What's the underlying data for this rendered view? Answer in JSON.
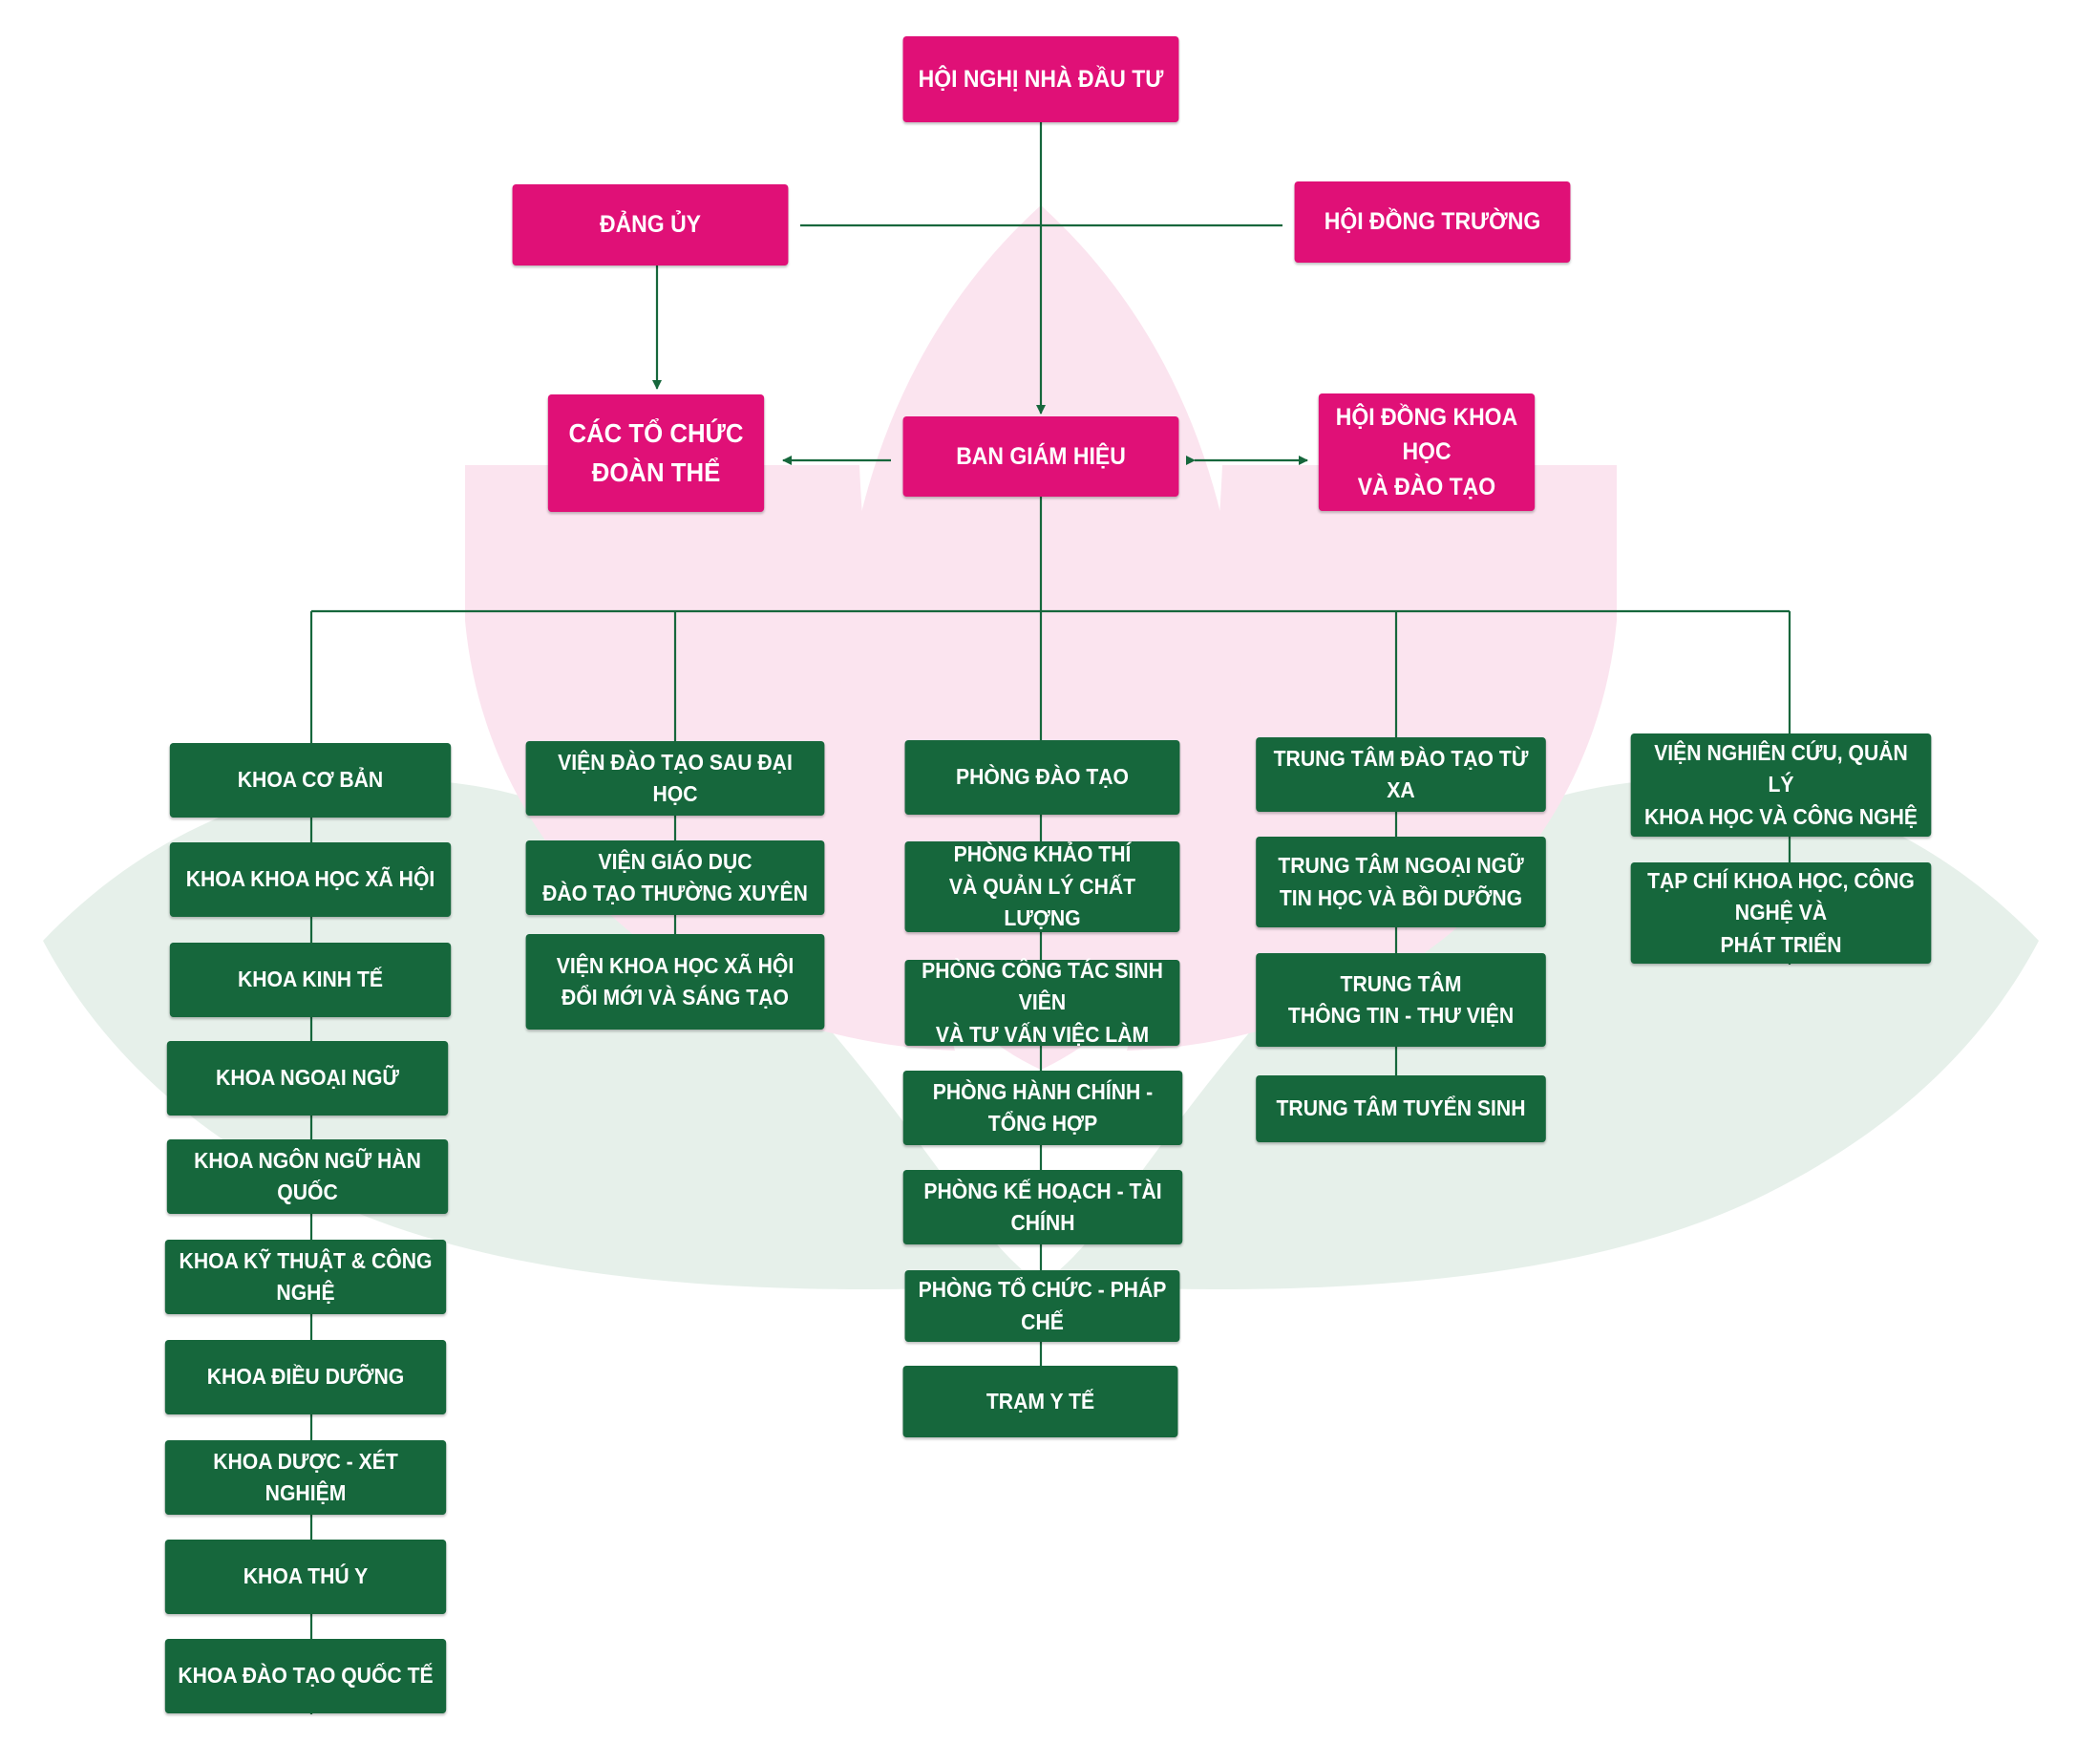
{
  "colors": {
    "top_level": "#E01077",
    "units": "#16673C",
    "connectors": "#16673C",
    "background_lotus_pink": "#FBE4EF",
    "background_lotus_green": "#E6F0EA"
  },
  "top": {
    "investors": "HỘI NGHỊ NHÀ ĐẦU TƯ",
    "party_committee": "ĐẢNG ỦY",
    "school_council": "HỘI ĐỒNG TRƯỜNG",
    "mass_organizations": "CÁC TỔ CHỨC\nĐOÀN THỂ",
    "board_of_rectors": "BAN GIÁM HIỆU",
    "science_council": "HỘI ĐỒNG KHOA HỌC\nVÀ ĐÀO TẠO"
  },
  "faculties": [
    "KHOA CƠ BẢN",
    "KHOA KHOA HỌC XÃ HỘI",
    "KHOA KINH TẾ",
    "KHOA NGOẠI NGỮ",
    "KHOA NGÔN NGỮ HÀN QUỐC",
    "KHOA KỸ THUẬT & CÔNG NGHỆ",
    "KHOA ĐIỀU DƯỠNG",
    "KHOA DƯỢC - XÉT NGHIỆM",
    "KHOA THÚ Y",
    "KHOA ĐÀO TẠO QUỐC TẾ"
  ],
  "institutes": [
    "VIỆN ĐÀO TẠO SAU ĐẠI HỌC",
    "VIỆN GIÁO DỤC\nĐÀO TẠO THƯỜNG XUYÊN",
    "VIỆN KHOA HỌC XÃ HỘI\nĐỔI MỚI VÀ SÁNG TẠO"
  ],
  "offices": [
    "PHÒNG ĐÀO TẠO",
    "PHÒNG KHẢO THÍ\nVÀ QUẢN LÝ CHẤT LƯỢNG",
    "PHÒNG CÔNG TÁC SINH VIÊN\nVÀ TƯ VẤN VIỆC LÀM",
    "PHÒNG HÀNH CHÍNH - TỔNG HỢP",
    "PHÒNG KẾ HOẠCH - TÀI CHÍNH",
    "PHÒNG TỔ CHỨC - PHÁP CHẾ",
    "TRẠM Y TẾ"
  ],
  "centers": [
    "TRUNG TÂM ĐÀO TẠO TỪ XA",
    "TRUNG TÂM NGOẠI NGỮ\nTIN HỌC VÀ BỒI DƯỠNG",
    "TRUNG TÂM\nTHÔNG TIN - THƯ VIỆN",
    "TRUNG TÂM TUYỂN SINH"
  ],
  "research": [
    "VIỆN NGHIÊN CỨU, QUẢN LÝ\nKHOA HỌC VÀ CÔNG NGHỆ",
    "TẠP CHÍ KHOA HỌC, CÔNG NGHỆ VÀ\nPHÁT TRIỂN"
  ]
}
